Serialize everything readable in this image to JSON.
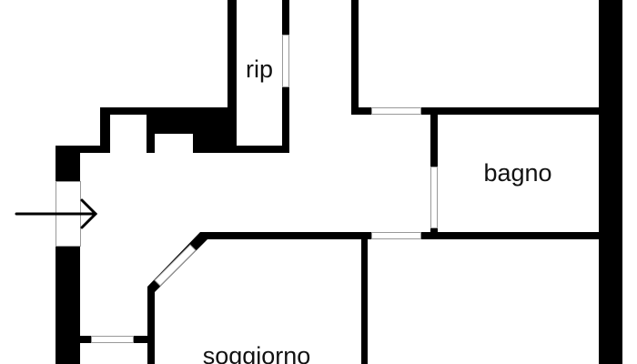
{
  "plan": {
    "rooms": [
      {
        "id": "rip",
        "label": "rip"
      },
      {
        "id": "bagno",
        "label": "bagno"
      },
      {
        "id": "soggiorno",
        "label": "soggiorno"
      }
    ],
    "entrance": "entrance-arrow",
    "colors": {
      "wall": "#000000",
      "opening_outline": "#999999",
      "background": "#ffffff"
    }
  }
}
